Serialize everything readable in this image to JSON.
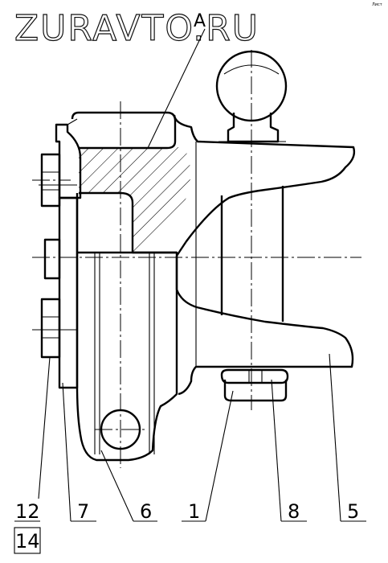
{
  "watermark": "ZURAVTO.RU",
  "corner_mark": "Лист",
  "section_label": "A",
  "callouts": {
    "c12": "12",
    "c14": "14",
    "c7": "7",
    "c6": "6",
    "c1": "1",
    "c8": "8",
    "c5": "5"
  }
}
